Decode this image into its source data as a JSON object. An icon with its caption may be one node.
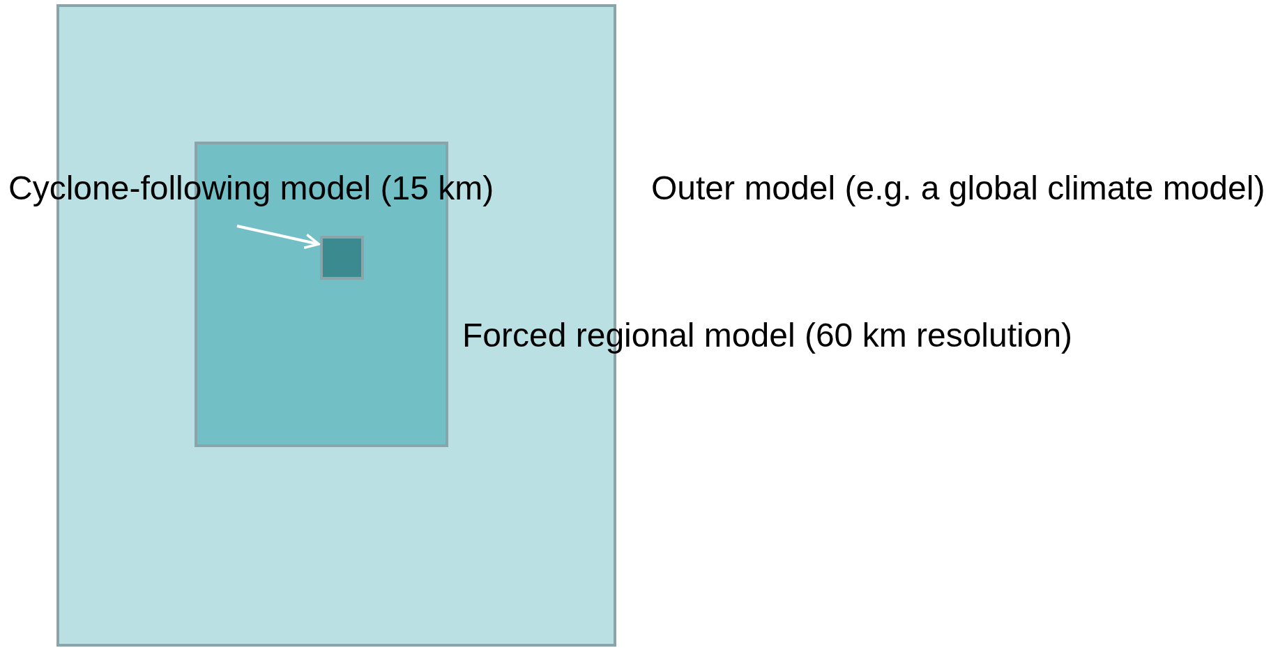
{
  "diagram": {
    "nodes": [
      {
        "text": [
          "Outer model (e.g. a global climate model)"
        ]
      },
      {
        "text": [
          "Forced regional model (60 km resolution)"
        ],
        "in": 0
      },
      {
        "text": [],
        "shape": "box",
        "in": 1
      },
      {
        "text": [
          "Cyclone-following model (15 km)"
        ]
      }
    ],
    "edges": [
      {
        "from": 3,
        "to": 2,
        "arrow": "to",
        "color": "#ffffff"
      }
    ]
  }
}
